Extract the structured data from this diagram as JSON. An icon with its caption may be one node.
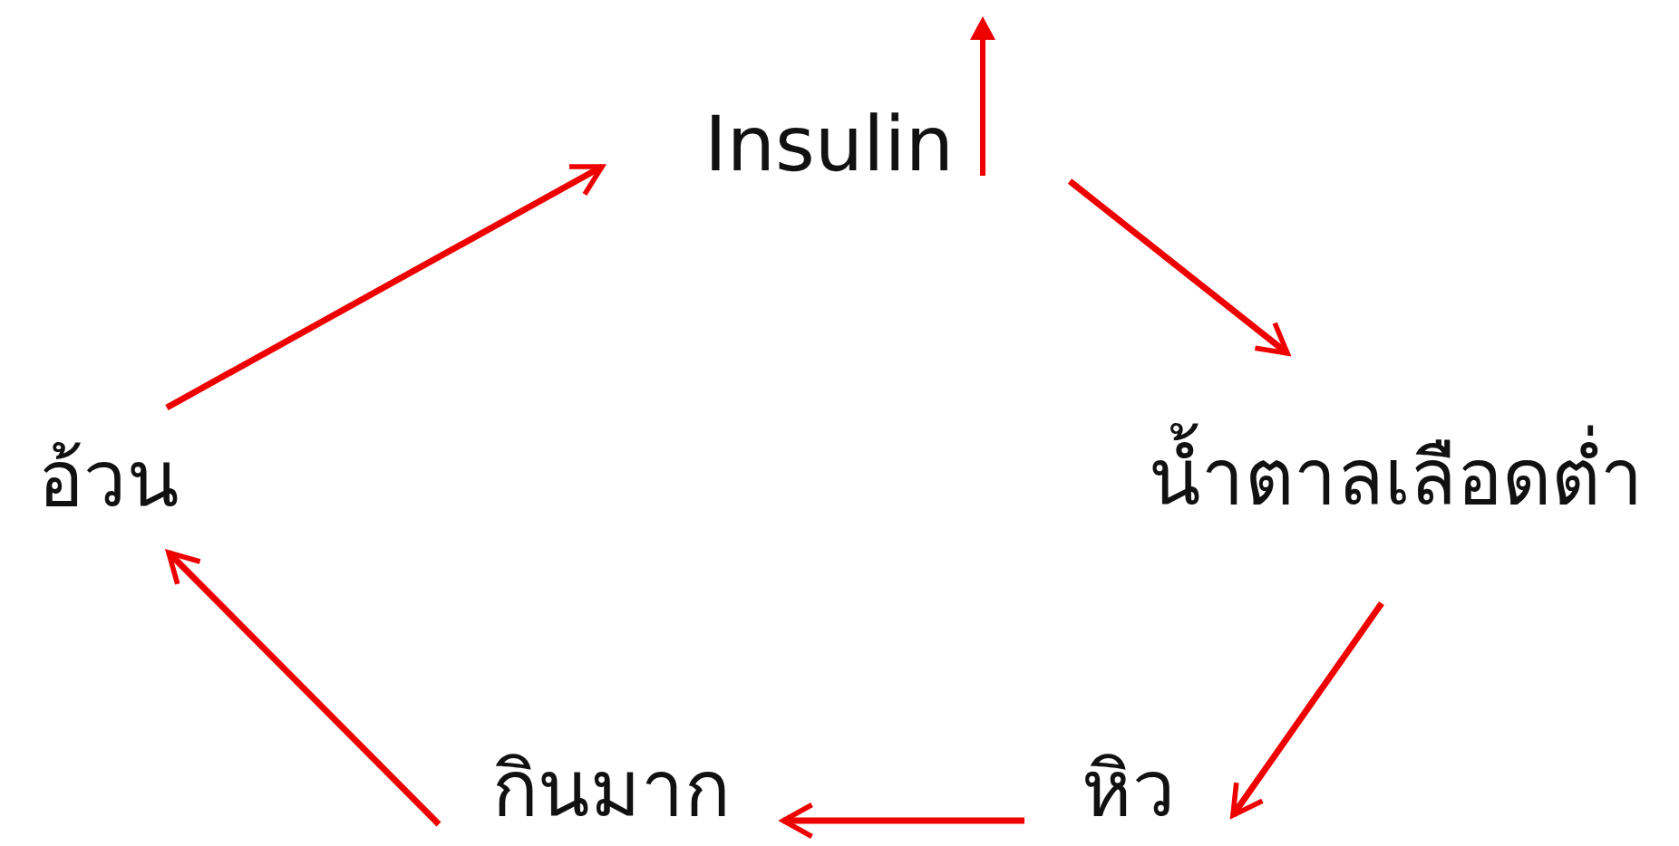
{
  "diagram": {
    "nodes": [
      {
        "text": [
          "Insulin"
        ]
      },
      {
        "text": [
          "น้ำตาลเลือดต่ำ"
        ]
      },
      {
        "text": [
          "หิว"
        ]
      },
      {
        "text": [
          "กินมาก"
        ]
      },
      {
        "text": [
          "อ้วน"
        ]
      }
    ],
    "edges": [
      {
        "from": 0,
        "to": 1,
        "arrow": "to"
      },
      {
        "from": 1,
        "to": 2,
        "arrow": "to"
      },
      {
        "from": 2,
        "to": 3,
        "arrow": "to"
      },
      {
        "from": 3,
        "to": 4,
        "arrow": "to"
      },
      {
        "from": 4,
        "to": 0,
        "arrow": "to"
      }
    ]
  }
}
